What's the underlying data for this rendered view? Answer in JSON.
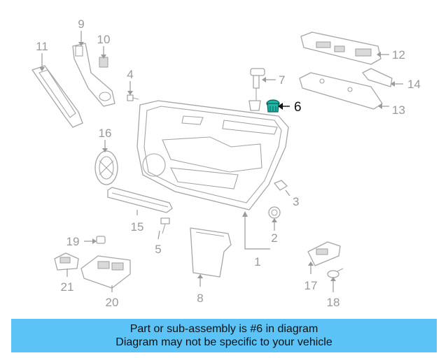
{
  "callouts": [
    {
      "id": "1",
      "label": "1"
    },
    {
      "id": "2",
      "label": "2"
    },
    {
      "id": "3",
      "label": "3"
    },
    {
      "id": "4",
      "label": "4"
    },
    {
      "id": "5",
      "label": "5"
    },
    {
      "id": "6",
      "label": "6"
    },
    {
      "id": "7",
      "label": "7"
    },
    {
      "id": "8",
      "label": "8"
    },
    {
      "id": "9",
      "label": "9"
    },
    {
      "id": "10",
      "label": "10"
    },
    {
      "id": "11",
      "label": "11"
    },
    {
      "id": "12",
      "label": "12"
    },
    {
      "id": "13",
      "label": "13"
    },
    {
      "id": "14",
      "label": "14"
    },
    {
      "id": "15",
      "label": "15"
    },
    {
      "id": "16",
      "label": "16"
    },
    {
      "id": "17",
      "label": "17"
    },
    {
      "id": "18",
      "label": "18"
    },
    {
      "id": "19",
      "label": "19"
    },
    {
      "id": "20",
      "label": "20"
    },
    {
      "id": "21",
      "label": "21"
    }
  ],
  "highlight": {
    "part_number": "6",
    "color": "#1fb5a8"
  },
  "colors": {
    "banner": "#5bc3f5",
    "line_art": "#a6a6a6"
  },
  "banner": {
    "line1": "Part or sub-assembly is #6 in diagram",
    "line2": "Diagram may not be specific to your vehicle"
  }
}
